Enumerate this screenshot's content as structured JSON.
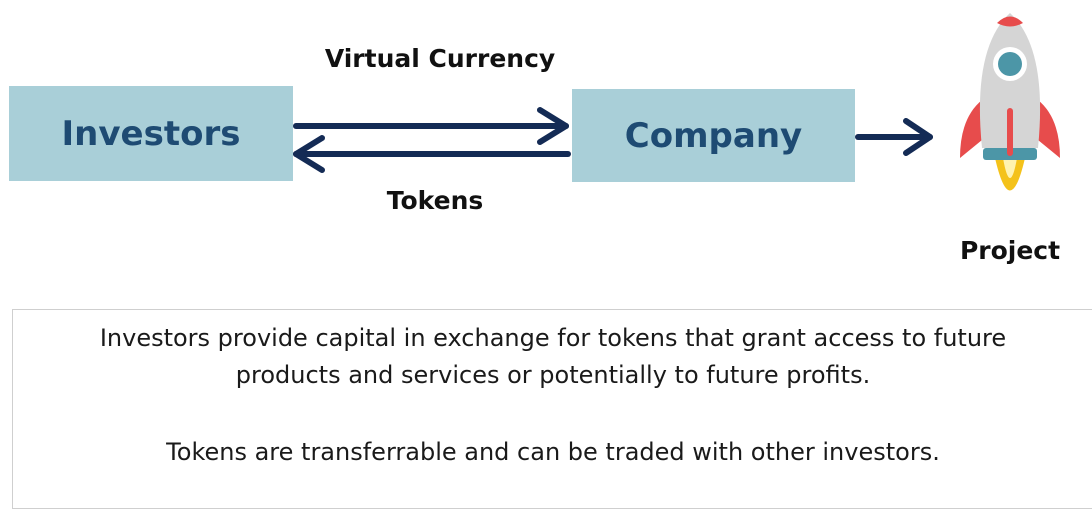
{
  "diagram": {
    "nodes": {
      "investors": "Investors",
      "company": "Company"
    },
    "edges": {
      "investors_to_company": "Virtual Currency",
      "company_to_investors": "Tokens"
    },
    "project_label": "Project",
    "rocket_icon": "rocket-icon"
  },
  "description": {
    "line1": "Investors provide capital in exchange for tokens that grant access to future",
    "line2": "products and services or potentially to future profits.",
    "line3": "Tokens are transferrable and can be traded with other investors."
  },
  "colors": {
    "box_fill": "#a9cfd8",
    "box_text": "#1e4b73",
    "arrow": "#142b55",
    "rocket_body": "#d5d5d5",
    "rocket_red": "#e74c4c",
    "rocket_window": "#4c96a7",
    "rocket_flame": "#f4c21a"
  }
}
